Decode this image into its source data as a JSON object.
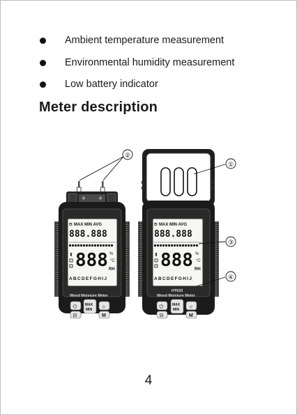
{
  "features": [
    "Ambient temperature measurement",
    "Environmental humidity measurement",
    "Low battery indicator"
  ],
  "section_title": "Meter description",
  "figure": {
    "callouts": [
      "②",
      "①",
      "③",
      "④"
    ],
    "meter_left": {
      "lcd_header": "MAX MIN AVG",
      "lcd_top_digits": "888.888",
      "lcd_main_digits": "888",
      "lcd_letters": "ABCDEFGHIJ",
      "lcd_unit": "RH",
      "brand": "Wood Moisture Meter",
      "btn_power": "⏻",
      "btn_maxmin_top": "MAX",
      "btn_maxmin_bottom": "MIN",
      "btn_light": "☼",
      "btn_hold": "⊟",
      "btn_m": "M"
    },
    "meter_right": {
      "lcd_header": "MAX MIN AVG",
      "lcd_top_digits": "888.888",
      "lcd_main_digits": "888",
      "lcd_letters": "ABCDEFGHIJ",
      "lcd_unit": "RH",
      "model": "HT633",
      "brand": "Wood Moisture Meter",
      "btn_power": "⏻",
      "btn_maxmin_top": "MAX",
      "btn_maxmin_bottom": "MIN",
      "btn_light": "☼",
      "btn_hold": "⊟",
      "btn_m": "M"
    }
  },
  "page_number": "4"
}
